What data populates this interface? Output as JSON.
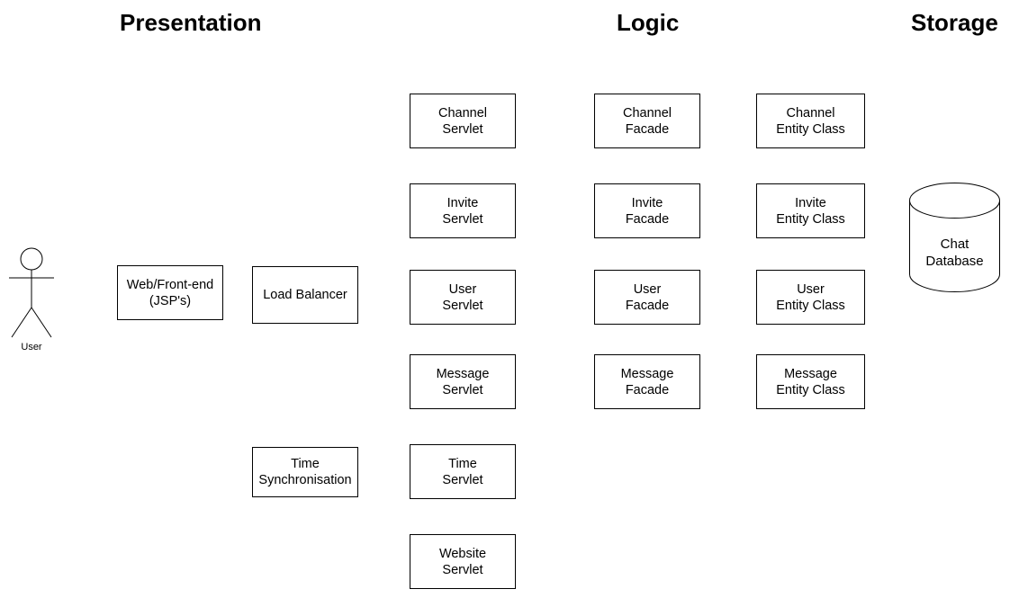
{
  "headings": {
    "presentation": "Presentation",
    "logic": "Logic",
    "storage": "Storage"
  },
  "actor": {
    "label": "User"
  },
  "presentation": {
    "web_frontend": "Web/Front-end\n(JSP's)",
    "load_balancer": "Load Balancer",
    "time_sync": "Time\nSynchronisation"
  },
  "servlets": [
    "Channel\nServlet",
    "Invite\nServlet",
    "User\nServlet",
    "Message\nServlet",
    "Time\nServlet",
    "Website\nServlet"
  ],
  "facades": [
    "Channel\nFacade",
    "Invite\nFacade",
    "User\nFacade",
    "Message\nFacade"
  ],
  "entities": [
    "Channel\nEntity Class",
    "Invite\nEntity Class",
    "User\nEntity Class",
    "Message\nEntity Class"
  ],
  "database": {
    "label": "Chat\nDatabase"
  }
}
